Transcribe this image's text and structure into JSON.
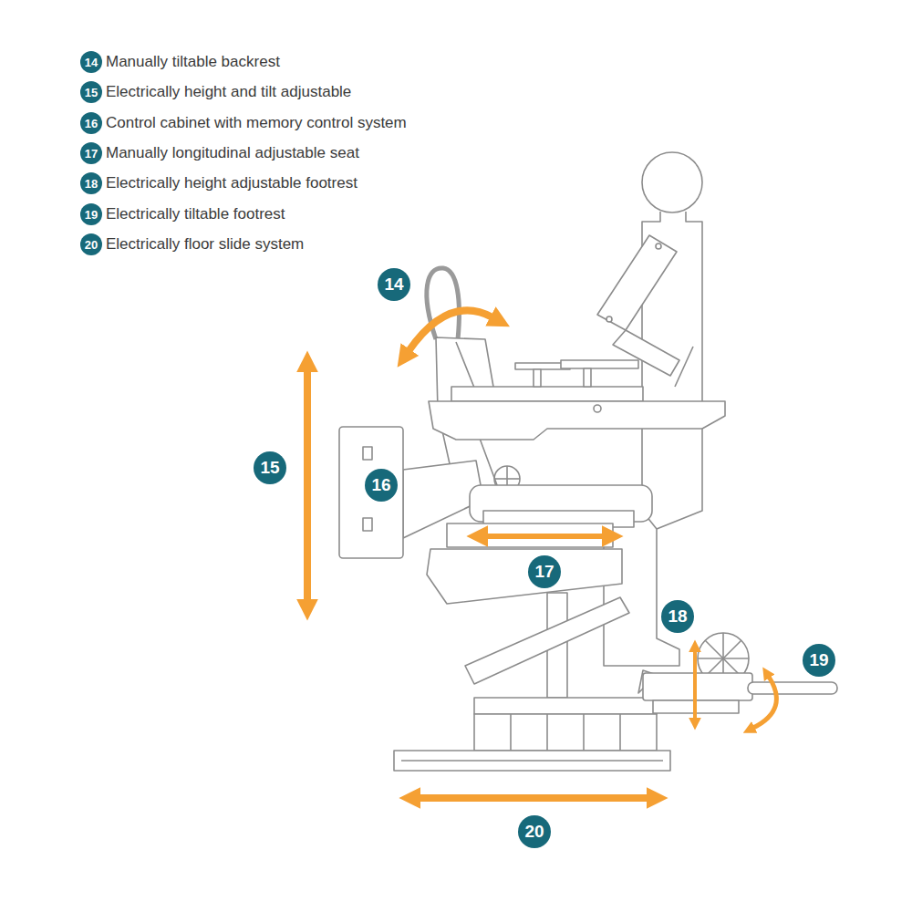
{
  "diagram": {
    "nodes": [
      {
        "text": [
          "14",
          "Manually tiltable backrest"
        ]
      },
      {
        "text": [
          "15",
          "Electrically height and tilt adjustable"
        ]
      },
      {
        "text": [
          "16",
          "Control cabinet with memory control system"
        ]
      },
      {
        "text": [
          "17",
          "Manually longitudinal adjustable seat"
        ]
      },
      {
        "text": [
          "18",
          "Electrically height adjustable footrest"
        ]
      },
      {
        "text": [
          "19",
          "Electrically tiltable footrest"
        ]
      },
      {
        "text": [
          "20",
          "Electrically floor slide system"
        ]
      },
      {
        "text": [
          "14"
        ]
      },
      {
        "text": [
          "15"
        ]
      },
      {
        "text": [
          "16"
        ]
      },
      {
        "text": [
          "17"
        ]
      },
      {
        "text": [
          "18"
        ]
      },
      {
        "text": [
          "19"
        ]
      },
      {
        "text": [
          "20"
        ]
      }
    ],
    "edges": []
  }
}
